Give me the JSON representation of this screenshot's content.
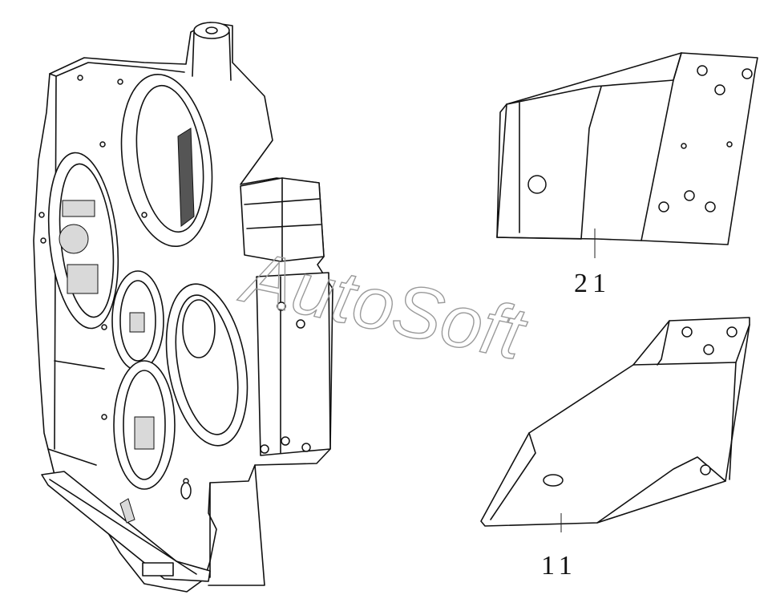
{
  "callouts": {
    "bracket_upper": "21",
    "bracket_lower": "11"
  },
  "watermark": "AutoSoft",
  "colors": {
    "line": "#111111",
    "background": "#ffffff",
    "watermark": "#9a9a9a"
  }
}
